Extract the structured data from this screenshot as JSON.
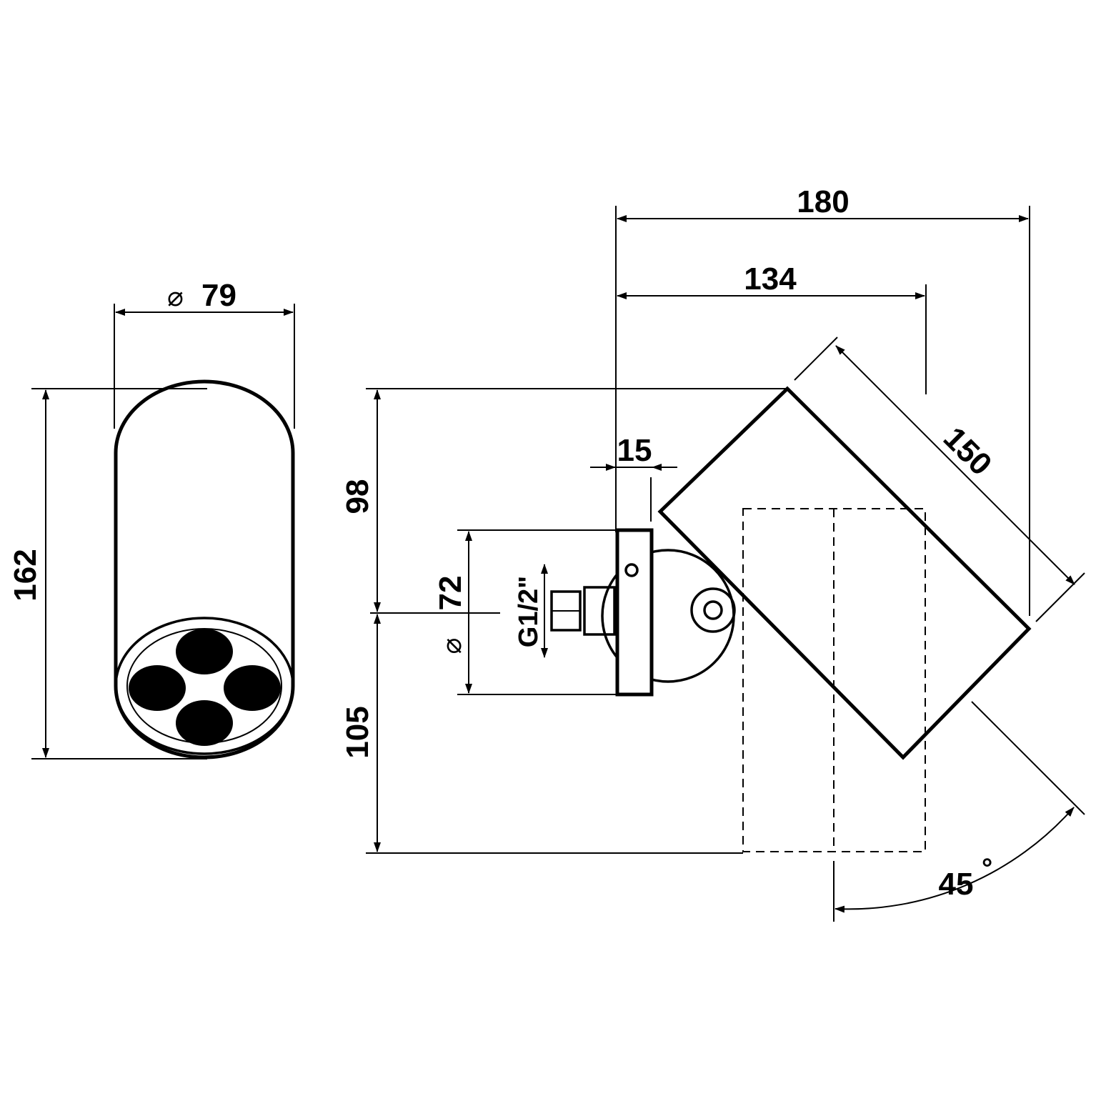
{
  "dimensions": {
    "diameter_outer": "79",
    "height_total": "162",
    "width_overall": "180",
    "width_body": "134",
    "head_length": "150",
    "flange_depth": "15",
    "height_upper": "98",
    "height_lower": "105",
    "diameter_flange": "72",
    "thread": "G1/2\"",
    "tilt_angle": "45",
    "angle_unit": "°"
  },
  "symbols": {
    "diameter": "⌀"
  }
}
